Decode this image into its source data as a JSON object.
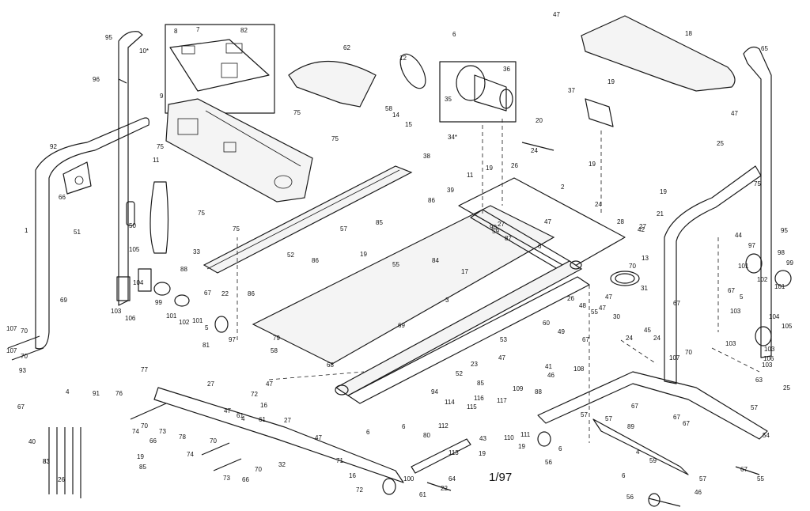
{
  "footer_code": "1/97",
  "callouts": [
    {
      "key": "c95a",
      "text": "95"
    },
    {
      "key": "c96",
      "text": "96"
    },
    {
      "key": "c10",
      "text": "10*"
    },
    {
      "key": "c8",
      "text": "8"
    },
    {
      "key": "c7",
      "text": "7"
    },
    {
      "key": "c82",
      "text": "82"
    },
    {
      "key": "c62",
      "text": "62"
    },
    {
      "key": "c6top",
      "text": "6"
    },
    {
      "key": "c12",
      "text": "12"
    },
    {
      "key": "c36",
      "text": "36"
    },
    {
      "key": "c35",
      "text": "35"
    },
    {
      "key": "c34",
      "text": "34*"
    },
    {
      "key": "c58",
      "text": "58"
    },
    {
      "key": "c14",
      "text": "14"
    },
    {
      "key": "c15",
      "text": "15"
    },
    {
      "key": "c47top",
      "text": "47"
    },
    {
      "key": "c18",
      "text": "18"
    },
    {
      "key": "c65",
      "text": "65"
    },
    {
      "key": "c37",
      "text": "37"
    },
    {
      "key": "c19a",
      "text": "19"
    },
    {
      "key": "c47r",
      "text": "47"
    },
    {
      "key": "c20",
      "text": "20"
    },
    {
      "key": "c9",
      "text": "9"
    },
    {
      "key": "c75a",
      "text": "75"
    },
    {
      "key": "c75b",
      "text": "75"
    },
    {
      "key": "c75c",
      "text": "75"
    },
    {
      "key": "c75d",
      "text": "75"
    },
    {
      "key": "c75e",
      "text": "75"
    },
    {
      "key": "c11a",
      "text": "11"
    },
    {
      "key": "c92",
      "text": "92"
    },
    {
      "key": "c66",
      "text": "66"
    },
    {
      "key": "c51",
      "text": "51"
    },
    {
      "key": "c50",
      "text": "50"
    },
    {
      "key": "c1",
      "text": "1"
    },
    {
      "key": "c33",
      "text": "33"
    },
    {
      "key": "c38",
      "text": "38"
    },
    {
      "key": "c39",
      "text": "39"
    },
    {
      "key": "c11b",
      "text": "11"
    },
    {
      "key": "c19b",
      "text": "19"
    },
    {
      "key": "c26",
      "text": "26"
    },
    {
      "key": "c24a",
      "text": "24"
    },
    {
      "key": "c2",
      "text": "2"
    },
    {
      "key": "c19c",
      "text": "19"
    },
    {
      "key": "c25a",
      "text": "25"
    },
    {
      "key": "c75f",
      "text": "75"
    },
    {
      "key": "c19d",
      "text": "19"
    },
    {
      "key": "c21",
      "text": "21"
    },
    {
      "key": "c44",
      "text": "44"
    },
    {
      "key": "c95b",
      "text": "95"
    },
    {
      "key": "c105a",
      "text": "105"
    },
    {
      "key": "c88",
      "text": "88"
    },
    {
      "key": "c86a",
      "text": "86"
    },
    {
      "key": "c57a",
      "text": "57"
    },
    {
      "key": "c85a",
      "text": "85"
    },
    {
      "key": "c52a",
      "text": "52"
    },
    {
      "key": "c86b",
      "text": "86"
    },
    {
      "key": "c69",
      "text": "69"
    },
    {
      "key": "c19e",
      "text": "19"
    },
    {
      "key": "c55a",
      "text": "55"
    },
    {
      "key": "c84",
      "text": "84"
    },
    {
      "key": "c17",
      "text": "17"
    },
    {
      "key": "c27a",
      "text": "27"
    },
    {
      "key": "c47a",
      "text": "47"
    },
    {
      "key": "c6a",
      "text": "6"
    },
    {
      "key": "c28",
      "text": "28"
    },
    {
      "key": "c24b",
      "text": "24"
    },
    {
      "key": "c42",
      "text": "42"
    },
    {
      "key": "c27b",
      "text": "27"
    },
    {
      "key": "c70a",
      "text": "70"
    },
    {
      "key": "c13",
      "text": "13"
    },
    {
      "key": "c31",
      "text": "31"
    },
    {
      "key": "c97a",
      "text": "97"
    },
    {
      "key": "c98",
      "text": "98"
    },
    {
      "key": "c99a",
      "text": "99"
    },
    {
      "key": "c101a",
      "text": "101"
    },
    {
      "key": "c102a",
      "text": "102"
    },
    {
      "key": "c101b",
      "text": "101"
    },
    {
      "key": "c67a",
      "text": "67"
    },
    {
      "key": "c5a",
      "text": "5"
    },
    {
      "key": "c103a",
      "text": "103"
    },
    {
      "key": "c104a",
      "text": "104"
    },
    {
      "key": "c106a",
      "text": "106"
    },
    {
      "key": "c103b",
      "text": "103"
    },
    {
      "key": "c99b",
      "text": "99"
    },
    {
      "key": "c22a",
      "text": "22"
    },
    {
      "key": "c86c",
      "text": "86"
    },
    {
      "key": "c101c",
      "text": "101"
    },
    {
      "key": "c102b",
      "text": "102"
    },
    {
      "key": "c101d",
      "text": "101"
    },
    {
      "key": "c5b",
      "text": "5"
    },
    {
      "key": "c67b",
      "text": "67"
    },
    {
      "key": "c97b",
      "text": "97"
    },
    {
      "key": "c3",
      "text": "3"
    },
    {
      "key": "c59",
      "text": "59"
    },
    {
      "key": "c23",
      "text": "23"
    },
    {
      "key": "c53",
      "text": "53"
    },
    {
      "key": "c60",
      "text": "60"
    },
    {
      "key": "c49a",
      "text": "49"
    },
    {
      "key": "c55b",
      "text": "55"
    },
    {
      "key": "c67c",
      "text": "67"
    },
    {
      "key": "c30",
      "text": "30"
    },
    {
      "key": "c26b",
      "text": "26"
    },
    {
      "key": "c48",
      "text": "48"
    },
    {
      "key": "c47b",
      "text": "47"
    },
    {
      "key": "c47c",
      "text": "47"
    },
    {
      "key": "c67d",
      "text": "67"
    },
    {
      "key": "c24c",
      "text": "24"
    },
    {
      "key": "c45",
      "text": "45"
    },
    {
      "key": "c24d",
      "text": "24"
    },
    {
      "key": "c103c",
      "text": "103"
    },
    {
      "key": "c104b",
      "text": "104"
    },
    {
      "key": "c105b",
      "text": "105"
    },
    {
      "key": "c103d",
      "text": "103"
    },
    {
      "key": "c106b",
      "text": "106"
    },
    {
      "key": "c107a",
      "text": "107"
    },
    {
      "key": "c70b",
      "text": "70"
    },
    {
      "key": "c69b",
      "text": "69"
    },
    {
      "key": "c81",
      "text": "81"
    },
    {
      "key": "c58b",
      "text": "58"
    },
    {
      "key": "c79",
      "text": "79"
    },
    {
      "key": "c68",
      "text": "68"
    },
    {
      "key": "c47d",
      "text": "47"
    },
    {
      "key": "c41",
      "text": "41"
    },
    {
      "key": "c46",
      "text": "46"
    },
    {
      "key": "c108",
      "text": "108"
    },
    {
      "key": "c107b",
      "text": "107"
    },
    {
      "key": "c70c",
      "text": "70"
    },
    {
      "key": "c103e",
      "text": "103"
    },
    {
      "key": "c63",
      "text": "63"
    },
    {
      "key": "c57b",
      "text": "57"
    },
    {
      "key": "c25b",
      "text": "25"
    },
    {
      "key": "c54",
      "text": "54"
    },
    {
      "key": "c67e",
      "text": "67"
    },
    {
      "key": "c67f",
      "text": "67"
    },
    {
      "key": "c67g",
      "text": "67"
    },
    {
      "key": "c89",
      "text": "89"
    },
    {
      "key": "c57c",
      "text": "57"
    },
    {
      "key": "c67h",
      "text": "67"
    },
    {
      "key": "c52b",
      "text": "52"
    },
    {
      "key": "c94",
      "text": "94"
    },
    {
      "key": "c85b",
      "text": "85"
    },
    {
      "key": "c109",
      "text": "109"
    },
    {
      "key": "c88b",
      "text": "88"
    },
    {
      "key": "c57d",
      "text": "57"
    },
    {
      "key": "c77",
      "text": "77"
    },
    {
      "key": "c76",
      "text": "76"
    },
    {
      "key": "c27c",
      "text": "27"
    },
    {
      "key": "c47e",
      "text": "47"
    },
    {
      "key": "c72a",
      "text": "72"
    },
    {
      "key": "c16a",
      "text": "16"
    },
    {
      "key": "c27d",
      "text": "27"
    },
    {
      "key": "c47f",
      "text": "47"
    },
    {
      "key": "c114",
      "text": "114"
    },
    {
      "key": "c115",
      "text": "115"
    },
    {
      "key": "c116",
      "text": "116"
    },
    {
      "key": "c117",
      "text": "117"
    },
    {
      "key": "c112",
      "text": "112"
    },
    {
      "key": "c110",
      "text": "110"
    },
    {
      "key": "c111",
      "text": "111"
    },
    {
      "key": "c80",
      "text": "80"
    },
    {
      "key": "c6b",
      "text": "6"
    },
    {
      "key": "c6c",
      "text": "6"
    },
    {
      "key": "c43",
      "text": "43"
    },
    {
      "key": "c113",
      "text": "113"
    },
    {
      "key": "c19f",
      "text": "19"
    },
    {
      "key": "c6d",
      "text": "6"
    },
    {
      "key": "c56a",
      "text": "56"
    },
    {
      "key": "c4a",
      "text": "4"
    },
    {
      "key": "c59b",
      "text": "59"
    },
    {
      "key": "c57e",
      "text": "57"
    },
    {
      "key": "c55c",
      "text": "55"
    },
    {
      "key": "c6e",
      "text": "6"
    },
    {
      "key": "c56b",
      "text": "56"
    },
    {
      "key": "c46b",
      "text": "46"
    },
    {
      "key": "c107c",
      "text": "107"
    },
    {
      "key": "c70d",
      "text": "70"
    },
    {
      "key": "c83a",
      "text": "83"
    },
    {
      "key": "c93",
      "text": "93"
    },
    {
      "key": "c67i",
      "text": "67"
    },
    {
      "key": "c4b",
      "text": "4"
    },
    {
      "key": "c91",
      "text": "91"
    },
    {
      "key": "c40",
      "text": "40"
    },
    {
      "key": "c83b",
      "text": "83"
    },
    {
      "key": "c26c",
      "text": "26"
    },
    {
      "key": "c74a",
      "text": "74"
    },
    {
      "key": "c70e",
      "text": "70"
    },
    {
      "key": "c66b",
      "text": "66"
    },
    {
      "key": "c73a",
      "text": "73"
    },
    {
      "key": "c78",
      "text": "78"
    },
    {
      "key": "c70f",
      "text": "70"
    },
    {
      "key": "c74b",
      "text": "74"
    },
    {
      "key": "c73b",
      "text": "73"
    },
    {
      "key": "c66c",
      "text": "66"
    },
    {
      "key": "c70g",
      "text": "70"
    },
    {
      "key": "c19g",
      "text": "19"
    },
    {
      "key": "c85c",
      "text": "85"
    },
    {
      "key": "c32",
      "text": "32"
    },
    {
      "key": "c71",
      "text": "71"
    },
    {
      "key": "c61a",
      "text": "61"
    },
    {
      "key": "c61b",
      "text": "61"
    },
    {
      "key": "c16b",
      "text": "16"
    },
    {
      "key": "c72b",
      "text": "72"
    },
    {
      "key": "c100",
      "text": "100"
    },
    {
      "key": "c64",
      "text": "64"
    },
    {
      "key": "c22b",
      "text": "22"
    },
    {
      "key": "c61c",
      "text": "61"
    },
    {
      "key": "c47g",
      "text": "47"
    },
    {
      "key": "c4c",
      "text": "4"
    },
    {
      "key": "c90",
      "text": "90"
    },
    {
      "key": "c87",
      "text": "87"
    },
    {
      "key": "c19h",
      "text": "19"
    }
  ]
}
